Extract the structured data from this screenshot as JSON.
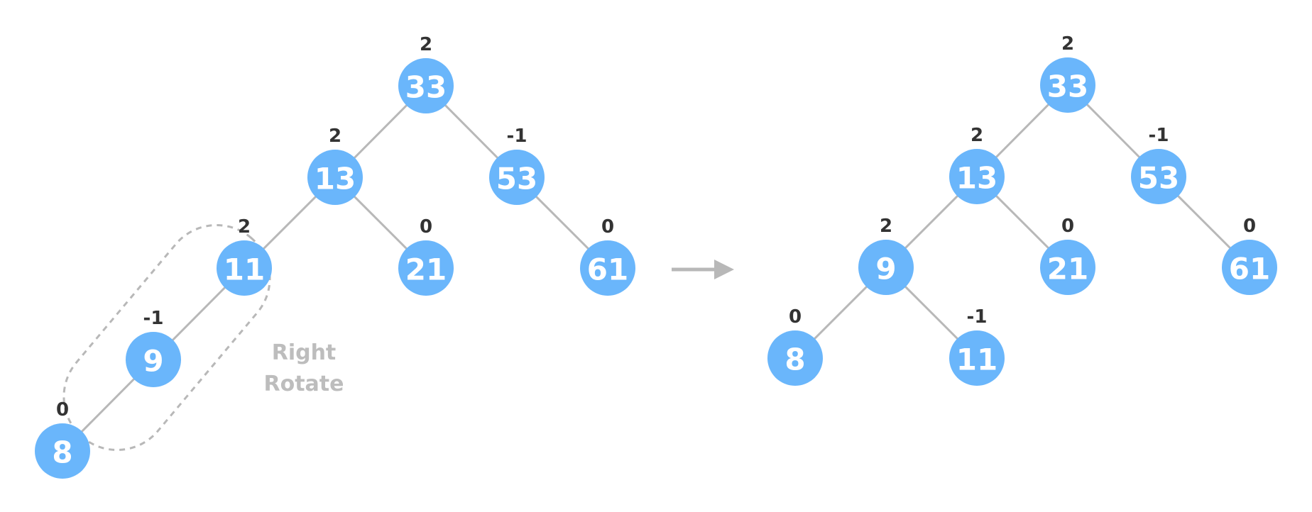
{
  "before_tree": {
    "nodes": [
      {
        "id": "b33",
        "value": "33",
        "balance": "2"
      },
      {
        "id": "b13",
        "value": "13",
        "balance": "2"
      },
      {
        "id": "b53",
        "value": "53",
        "balance": "-1"
      },
      {
        "id": "b11",
        "value": "11",
        "balance": "2"
      },
      {
        "id": "b21",
        "value": "21",
        "balance": "0"
      },
      {
        "id": "b61",
        "value": "61",
        "balance": "0"
      },
      {
        "id": "b9",
        "value": "9",
        "balance": "-1"
      },
      {
        "id": "b8",
        "value": "8",
        "balance": "0"
      }
    ],
    "edges": [
      [
        "b33",
        "b13"
      ],
      [
        "b33",
        "b53"
      ],
      [
        "b13",
        "b11"
      ],
      [
        "b13",
        "b21"
      ],
      [
        "b53",
        "b61"
      ],
      [
        "b11",
        "b9"
      ],
      [
        "b9",
        "b8"
      ]
    ]
  },
  "annotation": {
    "line1": "Right",
    "line2": "Rotate"
  },
  "after_tree": {
    "nodes": [
      {
        "id": "a33",
        "value": "33",
        "balance": "2"
      },
      {
        "id": "a13",
        "value": "13",
        "balance": "2"
      },
      {
        "id": "a53",
        "value": "53",
        "balance": "-1"
      },
      {
        "id": "a9",
        "value": "9",
        "balance": "2"
      },
      {
        "id": "a21",
        "value": "21",
        "balance": "0"
      },
      {
        "id": "a61",
        "value": "61",
        "balance": "0"
      },
      {
        "id": "a8",
        "value": "8",
        "balance": "0"
      },
      {
        "id": "a11",
        "value": "11",
        "balance": "-1"
      }
    ],
    "edges": [
      [
        "a33",
        "a13"
      ],
      [
        "a33",
        "a53"
      ],
      [
        "a13",
        "a9"
      ],
      [
        "a13",
        "a21"
      ],
      [
        "a53",
        "a61"
      ],
      [
        "a9",
        "a8"
      ],
      [
        "a9",
        "a11"
      ]
    ]
  },
  "colors": {
    "node_fill": "#6ab6fb",
    "edge": "#b8b8b8",
    "balance_text": "#333333",
    "annotation_text": "#bdbdbd",
    "arrow": "#b8b8b8"
  }
}
